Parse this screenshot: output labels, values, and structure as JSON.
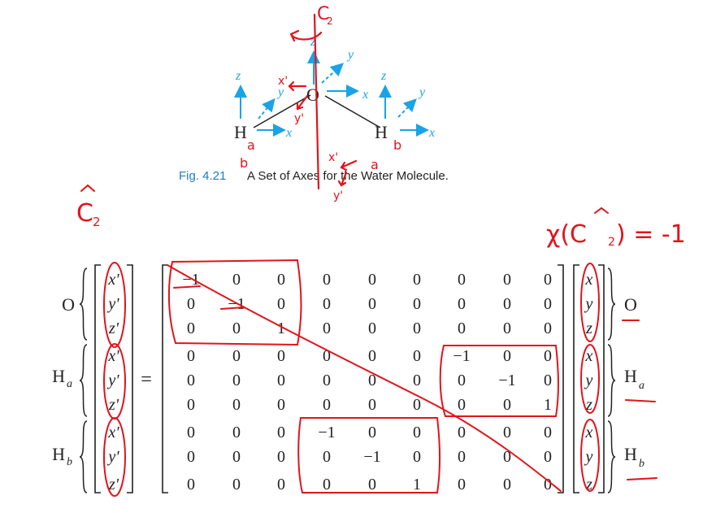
{
  "figure": {
    "caption_number": "Fig. 4.21",
    "caption_text": "A Set of Axes for the Water Molecule.",
    "atoms": {
      "oxygen": "O",
      "hydrogen_left": "H",
      "hydrogen_right": "H"
    },
    "axes": {
      "x": "x",
      "y": "y",
      "z": "z"
    }
  },
  "annotations": {
    "axis_label": "C",
    "axis_sub": "2",
    "operator_label": "C",
    "operator_sub": "2",
    "character_formula": "χ(C",
    "character_sub": "2",
    "character_tail": ") = -1",
    "prime_x": "x'",
    "prime_y": "y'",
    "h_left_top": "a",
    "h_left_bottom": "b",
    "h_right_top": "b",
    "h_right_bottom": "a",
    "colors": {
      "ink": "#e0141c",
      "axis_blue": "#1aa3e6",
      "caption_blue": "#1a7fc1"
    }
  },
  "matrix": {
    "left_vector": [
      "x'",
      "y'",
      "z'",
      "x'",
      "y'",
      "z'",
      "x'",
      "y'",
      "z'"
    ],
    "right_vector": [
      "x",
      "y",
      "z",
      "x",
      "y",
      "z",
      "x",
      "y",
      "z"
    ],
    "groups": [
      {
        "label": "O",
        "sub": ""
      },
      {
        "label": "H",
        "sub": "a"
      },
      {
        "label": "H",
        "sub": "b"
      }
    ],
    "equals": "=",
    "rows": [
      [
        "−1",
        "0",
        "0",
        "0",
        "0",
        "0",
        "0",
        "0",
        "0"
      ],
      [
        "0",
        "−1",
        "0",
        "0",
        "0",
        "0",
        "0",
        "0",
        "0"
      ],
      [
        "0",
        "0",
        "1",
        "0",
        "0",
        "0",
        "0",
        "0",
        "0"
      ],
      [
        "0",
        "0",
        "0",
        "0",
        "0",
        "0",
        "−1",
        "0",
        "0"
      ],
      [
        "0",
        "0",
        "0",
        "0",
        "0",
        "0",
        "0",
        "−1",
        "0"
      ],
      [
        "0",
        "0",
        "0",
        "0",
        "0",
        "0",
        "0",
        "0",
        "1"
      ],
      [
        "0",
        "0",
        "0",
        "−1",
        "0",
        "0",
        "0",
        "0",
        "0"
      ],
      [
        "0",
        "0",
        "0",
        "0",
        "−1",
        "0",
        "0",
        "0",
        "0"
      ],
      [
        "0",
        "0",
        "0",
        "0",
        "0",
        "1",
        "0",
        "0",
        "0"
      ]
    ]
  }
}
